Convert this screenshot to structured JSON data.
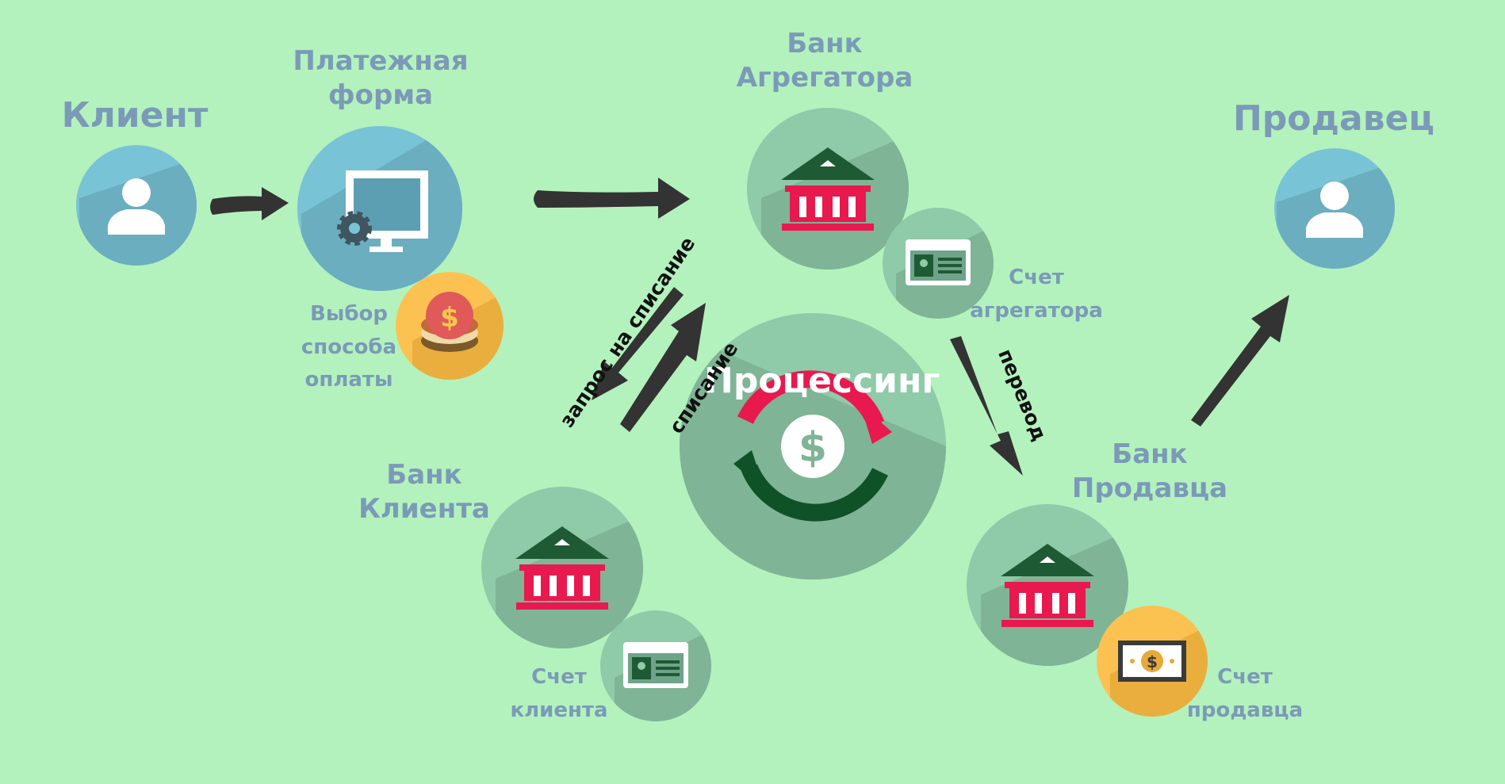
{
  "nodes": {
    "client": {
      "label": "Клиент"
    },
    "payment_form": {
      "label_line1": "Платежная",
      "label_line2": "форма"
    },
    "payment_choice": {
      "line1": "Выбор",
      "line2": "способа",
      "line3": "оплаты"
    },
    "aggregator_bank": {
      "label_line1": "Банк",
      "label_line2": "Агрегатора"
    },
    "aggregator_account": {
      "line1": "Счет",
      "line2": "агрегатора"
    },
    "seller": {
      "label": "Продавец"
    },
    "processing": {
      "label": "Процессинг"
    },
    "client_bank": {
      "label_line1": "Банк",
      "label_line2": "Клиента"
    },
    "client_account": {
      "line1": "Счет",
      "line2": "клиента"
    },
    "seller_bank": {
      "label_line1": "Банк",
      "label_line2": "Продавца"
    },
    "seller_account": {
      "line1": "Счет",
      "line2": "продавца"
    }
  },
  "edges": {
    "debit_request": "запрос на списание",
    "debit": "списание",
    "transfer": "перевод"
  },
  "colors": {
    "background": "#b3f2bd",
    "label": "#7b9ab8",
    "person_circle": "#79c3d6",
    "bank_circle": "#8fcaa9",
    "coin_circle": "#fbc252",
    "bank_roof": "#1e5a34",
    "bank_columns": "#e8194f",
    "arrow": "#333333",
    "refresh_red": "#e8194f",
    "refresh_green": "#0f5228"
  }
}
